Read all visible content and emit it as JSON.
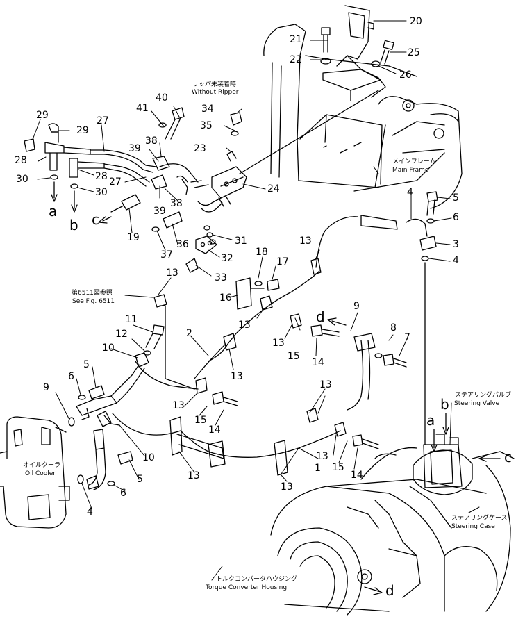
{
  "part_numbers": [
    "1",
    "2",
    "3",
    "4",
    "5",
    "6",
    "7",
    "8",
    "9",
    "10",
    "11",
    "12",
    "13",
    "14",
    "15",
    "16",
    "17",
    "18",
    "19",
    "20",
    "21",
    "22",
    "23",
    "24",
    "25",
    "26",
    "27",
    "28",
    "29",
    "30",
    "31",
    "32",
    "33",
    "34",
    "35",
    "36",
    "37",
    "38",
    "39",
    "40",
    "41"
  ],
  "port_letters": [
    "a",
    "b",
    "c",
    "d"
  ],
  "annotations": {
    "ripper_jp": "リッパ未装着時",
    "ripper_en": "Without Ripper",
    "seefig_jp": "第6511図参照",
    "seefig_en": "See Fig. 6511",
    "frame_jp": "メインフレーム",
    "frame_en": "Main Frame",
    "valve_jp": "ステアリングバルブ",
    "valve_en": "Steering Valve",
    "cooler_jp": "オイルクーラ",
    "cooler_en": "Oil Cooler",
    "case_jp": "ステアリングケース",
    "case_en": "Steering Case",
    "tc_jp": "トルクコンバータハウジング",
    "tc_en": "Torque Converter Housing"
  }
}
